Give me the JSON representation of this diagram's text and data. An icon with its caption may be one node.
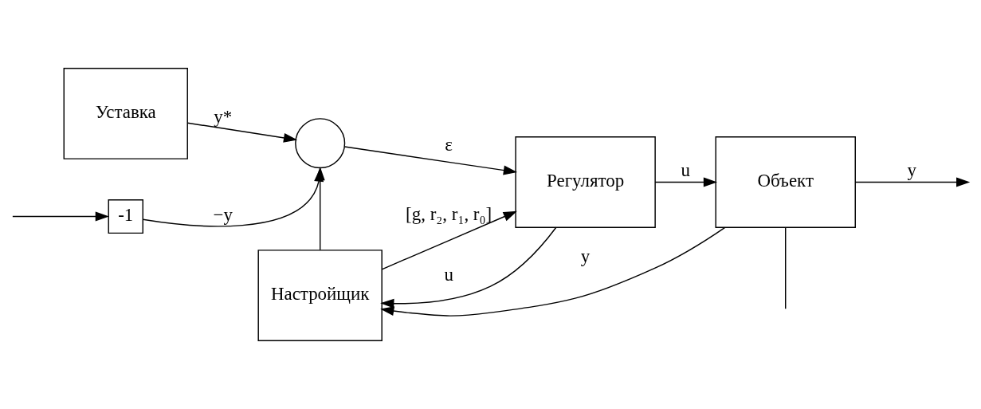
{
  "diagram": {
    "nodes": [
      {
        "text": [
          "Уставка"
        ]
      },
      {
        "text": [],
        "shape": "circle"
      },
      {
        "text": [
          "Настройщик"
        ]
      },
      {
        "text": [
          "Регулятор"
        ]
      },
      {
        "text": [
          "Объект"
        ]
      },
      {
        "text": [
          "-1"
        ]
      }
    ],
    "edges": [
      {
        "from": 0,
        "to": 1,
        "arrow": "to",
        "label": "y*"
      },
      {
        "from": 1,
        "to": 3,
        "arrow": "to",
        "label": "ε"
      },
      {
        "from": 2,
        "to": 1,
        "arrow": "to"
      },
      {
        "from": 2,
        "to": 3,
        "arrow": "to",
        "label": "[g, r₂, r₁, r₀]"
      },
      {
        "from": 3,
        "to": 4,
        "arrow": "to",
        "label": "u"
      },
      {
        "from": 3,
        "to": 2,
        "arrow": "to",
        "label": "u"
      },
      {
        "from": 4,
        "to": null,
        "arrow": "to",
        "label": "y"
      },
      {
        "from": 4,
        "to": 2,
        "arrow": "to",
        "label": "y"
      },
      {
        "from": 4,
        "to": null,
        "arrow": "none"
      },
      {
        "from": null,
        "to": 5,
        "arrow": "to"
      },
      {
        "from": 5,
        "to": 1,
        "arrow": "to",
        "label": "−y"
      }
    ]
  }
}
